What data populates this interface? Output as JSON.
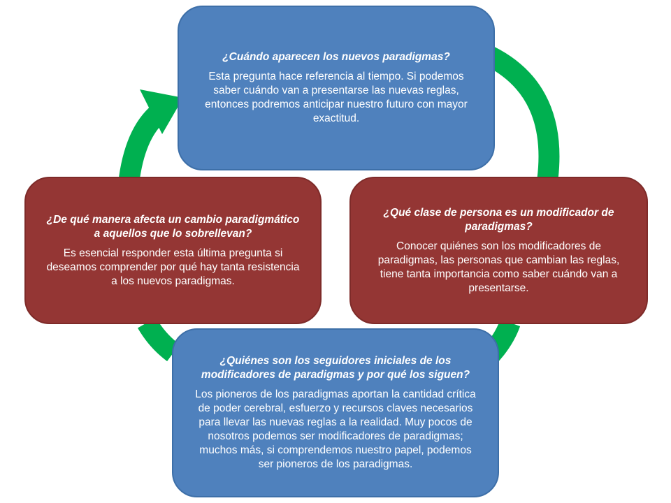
{
  "diagram": {
    "colors": {
      "arrow": "#00b050",
      "blue_box": "#4f81bd",
      "red_box": "#943634",
      "text": "#ffffff"
    },
    "boxes": {
      "top": {
        "question": "¿Cuándo aparecen los nuevos paradigmas?",
        "answer": "Esta pregunta hace referencia al tiempo.  Si podemos saber cuándo van a presentarse las nuevas reglas, entonces podremos anticipar nuestro futuro con mayor exactitud."
      },
      "right": {
        "question": "¿Qué clase de persona es un modificador de paradigmas?",
        "answer": "Conocer quiénes son los modificadores de paradigmas, las personas que cambian las reglas, tiene tanta importancia como saber cuándo van a presentarse."
      },
      "bottom": {
        "question": "¿Quiénes son los seguidores iniciales de los modificadores de paradigmas y por qué los siguen?",
        "answer": "Los pioneros de los paradigmas aportan la cantidad crítica de poder cerebral, esfuerzo y recursos claves necesarios para llevar las nuevas reglas a la realidad.  Muy pocos de nosotros podemos ser modificadores de paradigmas; muchos más, si comprendemos nuestro papel, podemos ser pioneros de los paradigmas."
      },
      "left": {
        "question": "¿De qué manera afecta un cambio paradigmático a aquellos que lo sobrellevan?",
        "answer": "Es esencial responder esta última pregunta si deseamos comprender por qué hay tanta resistencia a los nuevos paradigmas."
      }
    }
  }
}
